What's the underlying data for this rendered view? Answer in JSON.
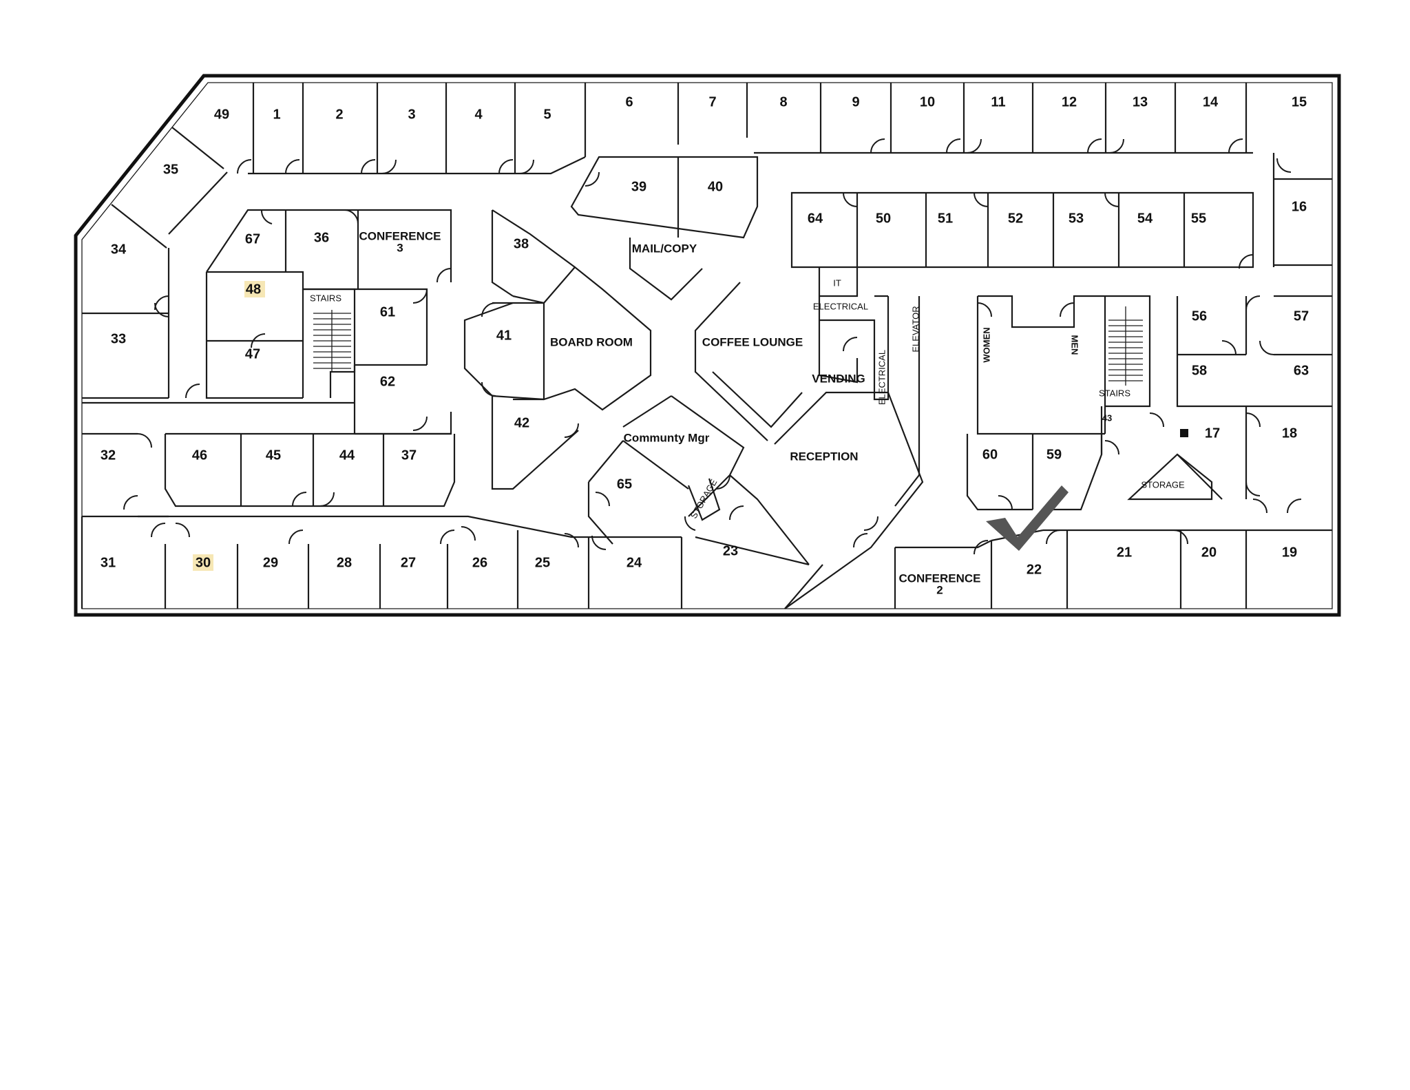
{
  "rooms": {
    "r1": "1",
    "r2": "2",
    "r3": "3",
    "r4": "4",
    "r5": "5",
    "r6": "6",
    "r7": "7",
    "r8": "8",
    "r9": "9",
    "r10": "10",
    "r11": "11",
    "r12": "12",
    "r13": "13",
    "r14": "14",
    "r15": "15",
    "r16": "16",
    "r17": "17",
    "r18": "18",
    "r19": "19",
    "r20": "20",
    "r21": "21",
    "r22": "22",
    "r23": "23",
    "r24": "24",
    "r25": "25",
    "r26": "26",
    "r27": "27",
    "r28": "28",
    "r29": "29",
    "r30": "30",
    "r31": "31",
    "r32": "32",
    "r33": "33",
    "r34": "34",
    "r35": "35",
    "r36": "36",
    "r37": "37",
    "r38": "38",
    "r39": "39",
    "r40": "40",
    "r41": "41",
    "r42": "42",
    "r43": "43",
    "r44": "44",
    "r45": "45",
    "r46": "46",
    "r47": "47",
    "r48": "48",
    "r49": "49",
    "r50": "50",
    "r51": "51",
    "r52": "52",
    "r53": "53",
    "r54": "54",
    "r55": "55",
    "r56": "56",
    "r57": "57",
    "r58": "58",
    "r59": "59",
    "r60": "60",
    "r61": "61",
    "r62": "62",
    "r63": "63",
    "r64": "64",
    "r65": "65",
    "r67": "67"
  },
  "named_rooms": {
    "conference3_line1": "CONFERENCE",
    "conference3_line2": "3",
    "conference2_line1": "CONFERENCE",
    "conference2_line2": "2",
    "board_room": "BOARD ROOM",
    "coffee_lounge": "COFFEE LOUNGE",
    "mail_copy": "MAIL/COPY",
    "reception": "RECEPTION",
    "community_mgr": "Communty Mgr",
    "storage_left": "STORAGE",
    "storage_right": "STORAGE",
    "stairs_left": "STAIRS",
    "stairs_right": "STAIRS",
    "it": "IT",
    "electrical_h": "ELECTRICAL",
    "electrical_v": "ELECTRICAL",
    "elevator": "ELEVATOR",
    "vending": "VENDING",
    "women": "WOMEN",
    "men": "MEN"
  },
  "highlighted_rooms": [
    "48",
    "30"
  ],
  "marker_room": "17",
  "checkmark_room": "22",
  "colors": {
    "wall": "#1a1a1a",
    "highlight": "#f6e7b5",
    "checkmark": "#555555",
    "background": "#ffffff"
  }
}
